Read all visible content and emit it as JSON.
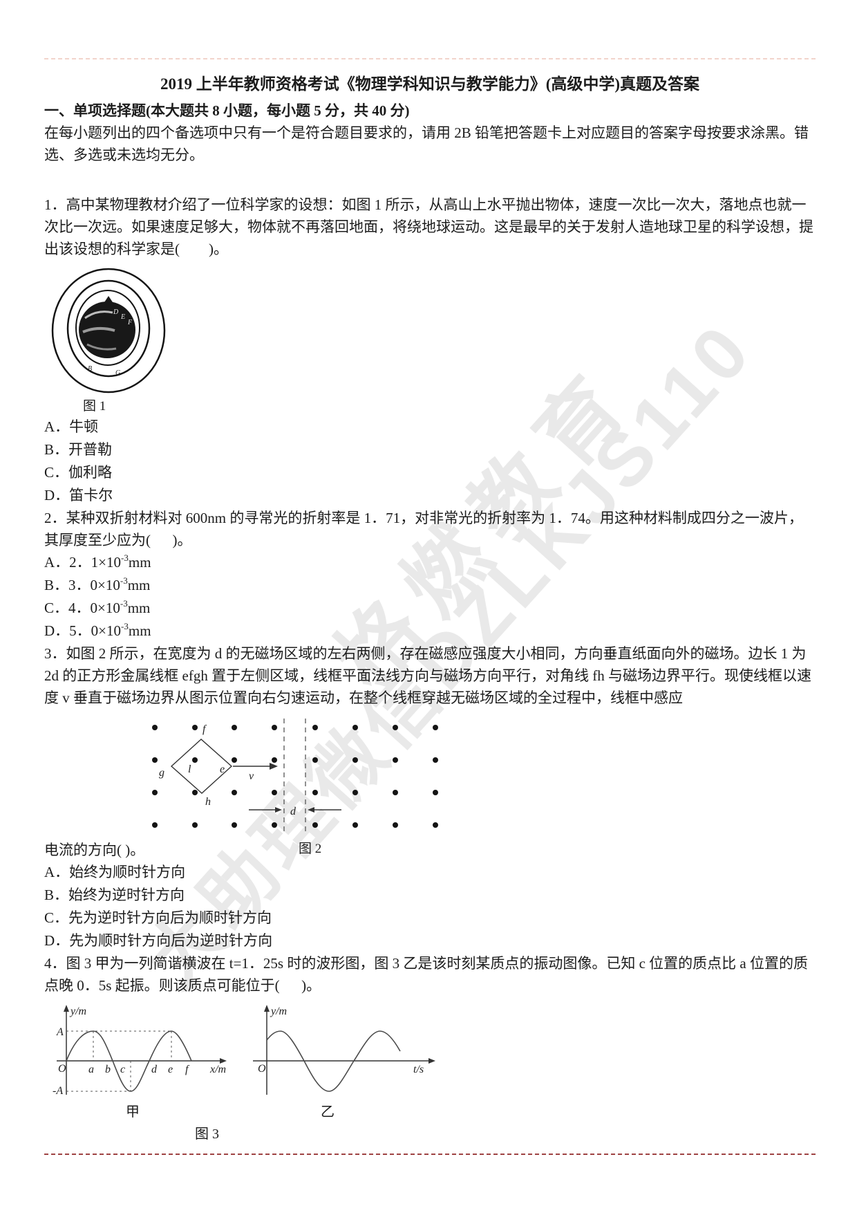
{
  "header": {
    "title": "2019 上半年教师资格考试《物理学科知识与教学能力》(高级中学)真题及答案"
  },
  "section": {
    "heading": "一、单项选择题(本大题共 8 小题，每小题 5 分，共 40 分)",
    "instructions": "在每小题列出的四个备选项中只有一个是符合题目要求的，请用 2B 铅笔把答题卡上对应题目的答案字母按要求涂黑。错选、多选或未选均无分。"
  },
  "watermarks": {
    "brand": "格燃教育",
    "contact": "大助理微信DZLKJS110",
    "color": "#e9e9e9"
  },
  "q1": {
    "text": "1．高中某物理教材介绍了一位科学家的设想：如图 1 所示，从高山上水平抛出物体，速度一次比一次大，落地点也就一次比一次远。如果速度足够大，物体就不再落回地面，将绕地球运动。这是最早的关于发射人造地球卫星的科学设想，提出该设想的科学家是(        )。",
    "figure": {
      "caption": "图 1",
      "labels": {
        "d": "D",
        "e": "E",
        "f": "F",
        "b": "B",
        "g": "G"
      }
    },
    "options": [
      "A．牛顿",
      "B．开普勒",
      "C．伽利略",
      "D．笛卡尔"
    ]
  },
  "q2": {
    "text": "2．某种双折射材料对 600nm 的寻常光的折射率是 1．71，对非常光的折射率为 1．74。用这种材料制成四分之一波片，其厚度至少应为(      )。",
    "options": [
      {
        "pre": "A．2．1×10",
        "sup": "-3",
        "post": "mm"
      },
      {
        "pre": "B．3．0×10",
        "sup": "-3",
        "post": "mm"
      },
      {
        "pre": "C．4．0×10",
        "sup": "-3",
        "post": "mm"
      },
      {
        "pre": "D．5．0×10",
        "sup": "-3",
        "post": "mm"
      }
    ]
  },
  "q3": {
    "text": "3．如图 2 所示，在宽度为 d 的无磁场区域的左右两侧，存在磁感应强度大小相同，方向垂直纸面向外的磁场。边长 1 为 2d 的正方形金属线框 efgh 置于左侧区域，线框平面法线方向与磁场方向平行，对角线 fh 与磁场边界平行。现使线框以速度 v 垂直于磁场边界从图示位置向右匀速运动，在整个线框穿越无磁场区域的全过程中，线框中感应",
    "text_continued": "电流的方向(        )。",
    "figure": {
      "caption": "图 2",
      "labels": {
        "top": "f",
        "left": "g",
        "right": "e",
        "bottom": "h",
        "side": "l",
        "velocity": "v",
        "gap": "d"
      }
    },
    "options": [
      "A．始终为顺时针方向",
      "B．始终为逆时针方向",
      "C．先为逆时针方向后为顺时针方向",
      "D．先为顺时针方向后为逆时针方向"
    ]
  },
  "q4": {
    "text": "4．图 3 甲为一列简谐横波在 t=1．25s 时的波形图，图 3 乙是该时刻某质点的振动图像。已知 c 位置的质点比 a 位置的质点晚 0．5s 起振。则该质点可能位于(      )。",
    "figure": {
      "caption": "图 3",
      "left": {
        "label": "甲",
        "y_axis": "y/m",
        "x_axis": "x/m",
        "origin": "O",
        "amp_top": "A",
        "amp_bottom": "-A",
        "x_ticks": [
          "a",
          "b",
          "c",
          "d",
          "e",
          "f"
        ]
      },
      "right": {
        "label": "乙",
        "y_axis": "y/m",
        "x_axis": "t/s",
        "origin": "O"
      }
    }
  }
}
